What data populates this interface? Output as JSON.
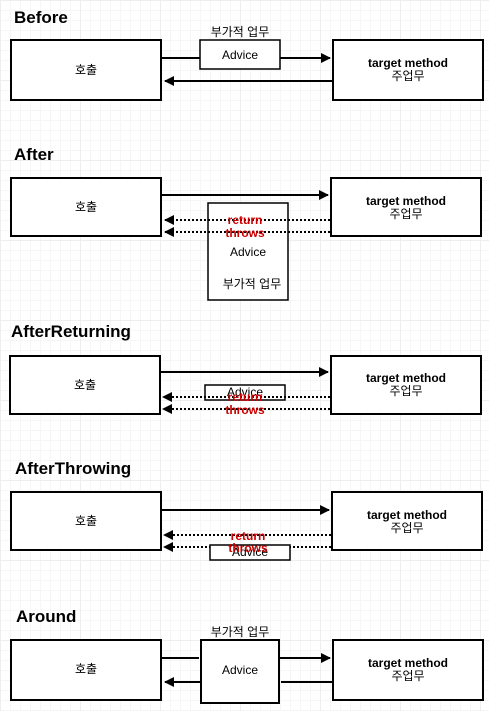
{
  "sections": {
    "before": {
      "title": "Before",
      "caller": "호출",
      "advice": "Advice",
      "advice_caption": "부가적 업무",
      "target_line1": "target method",
      "target_line2": "주업무"
    },
    "after": {
      "title": "After",
      "caller": "호출",
      "advice": "Advice",
      "advice_caption": "부가적 업무",
      "return": "return",
      "throws": "throws",
      "target_line1": "target method",
      "target_line2": "주업무"
    },
    "after_returning": {
      "title": "AfterReturning",
      "caller": "호출",
      "advice": "Advice",
      "return": "return",
      "throws": "throws",
      "target_line1": "target method",
      "target_line2": "주업무"
    },
    "after_throwing": {
      "title": "AfterThrowing",
      "caller": "호출",
      "advice": "Advice",
      "return": "return",
      "throws": "throws",
      "target_line1": "target method",
      "target_line2": "주업무"
    },
    "around": {
      "title": "Around",
      "caller": "호출",
      "advice": "Advice",
      "advice_caption": "부가적 업무",
      "target_line1": "target method",
      "target_line2": "주업무"
    }
  },
  "colors": {
    "return_throws": "#cc0000",
    "grid": "#eeeeee"
  }
}
